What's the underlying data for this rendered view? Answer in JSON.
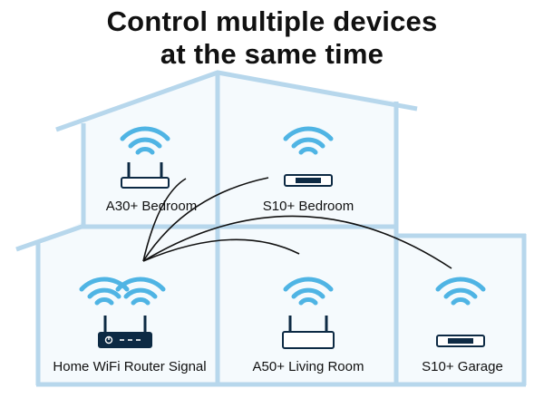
{
  "title": {
    "line1": "Control multiple devices",
    "line2": "at the same time"
  },
  "rooms": [
    {
      "id": "a30-bedroom",
      "label": "A30+ Bedroom",
      "device": "router-icon"
    },
    {
      "id": "s10-bedroom",
      "label": "S10+ Bedroom",
      "device": "soundbar-icon"
    },
    {
      "id": "home-router",
      "label": "Home WiFi Router Signal",
      "device": "router-icon"
    },
    {
      "id": "a50-living-room",
      "label": "A50+ Living Room",
      "device": "router-icon"
    },
    {
      "id": "s10-garage",
      "label": "S10+ Garage",
      "device": "soundbar-icon"
    }
  ],
  "colors": {
    "house_outline": "#b7d7ec",
    "house_fill": "#f5fafd",
    "wifi_arc": "#4fb4e4",
    "device_dark": "#0d2a44",
    "device_fill": "#ffffff",
    "connector": "#111111"
  }
}
